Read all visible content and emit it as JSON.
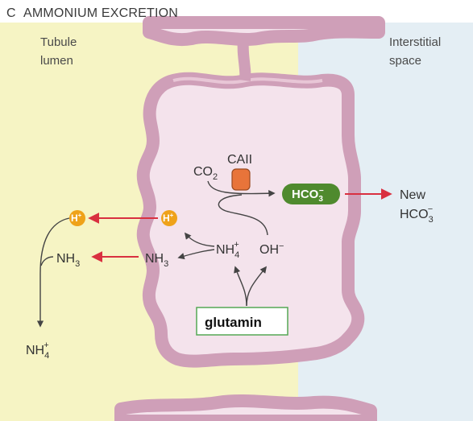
{
  "heading": {
    "letter": "C",
    "title": "AMMONIUM EXCRETION"
  },
  "regions": {
    "lumen": [
      "Tubule",
      "lumen"
    ],
    "interstitial": [
      "Interstitial",
      "space"
    ]
  },
  "molecules": {
    "co2": {
      "base": "CO",
      "sub": "2"
    },
    "enzyme": "CAII",
    "hco3": {
      "base": "HCO",
      "sub": "3",
      "sup": "−"
    },
    "new_hco3": {
      "word": "New",
      "base": "HCO",
      "sub": "3",
      "sup": "−"
    },
    "h_ion": {
      "base": "H",
      "sup": "+"
    },
    "nh3": {
      "base": "NH",
      "sub": "3"
    },
    "nh4": {
      "base": "NH",
      "sub": "4",
      "sup": "+"
    },
    "oh": {
      "base": "OH",
      "sup": "−"
    },
    "glutamin": "glutamin"
  },
  "colors": {
    "lumen_bg": "#f6f4c4",
    "interstitial_bg": "#e4eef4",
    "cell_fill": "#f4e3ec",
    "membrane": "#cf9fb8",
    "transport_arrow": "#d93040",
    "h_ion_fill": "#efa21a",
    "hco3_fill": "#4f8a2e",
    "enzyme_fill": "#e8743a",
    "glutamin_border": "#55a855"
  }
}
